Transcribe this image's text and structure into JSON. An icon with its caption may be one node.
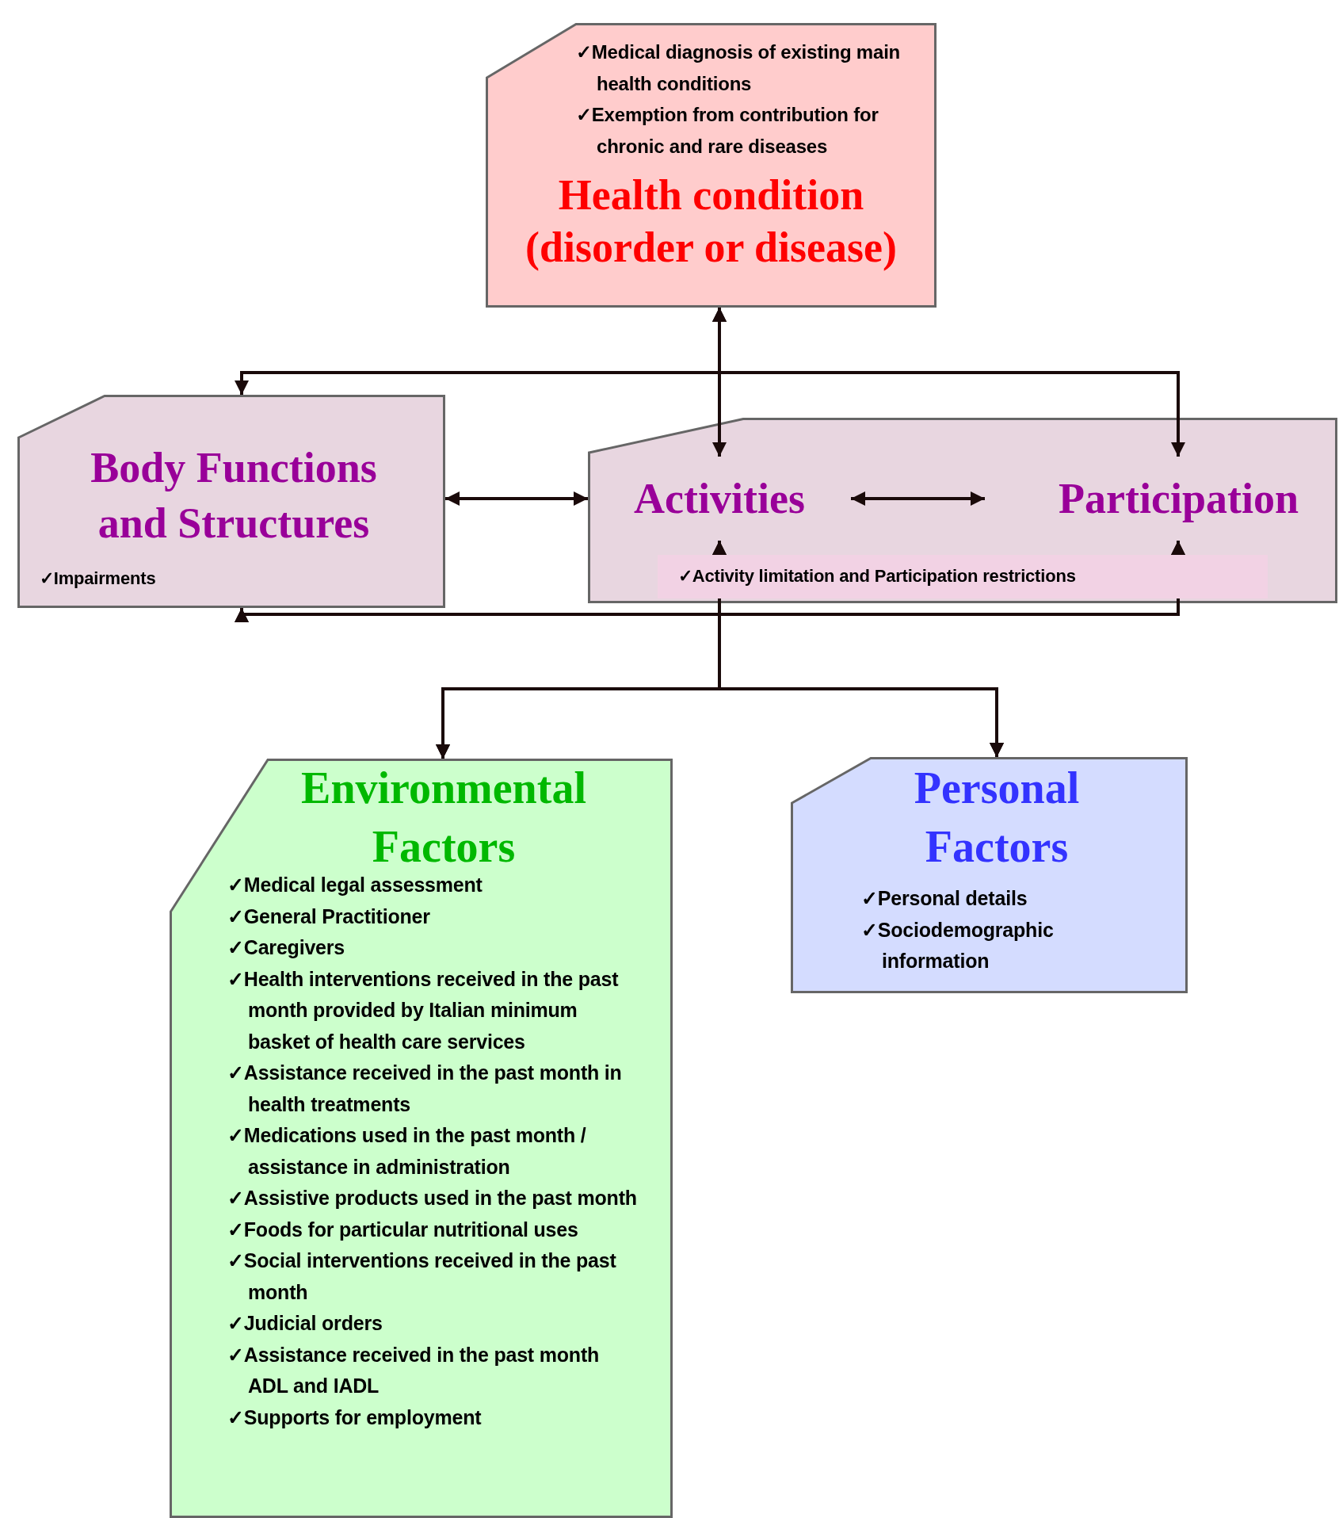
{
  "diagram": {
    "nodes": [
      {
        "text": [
          "✓Medical diagnosis of existing main health conditions",
          "✓Exemption from contribution for chronic and rare diseases",
          "Health condition (disorder or disease)"
        ]
      },
      {
        "text": [
          "Body Functions and Structures",
          "✓Impairments"
        ]
      },
      {
        "text": [
          "✓Activity limitation and Participation restrictions"
        ]
      },
      {
        "text": [
          "Activities"
        ],
        "in": 2
      },
      {
        "text": [
          "Participation"
        ],
        "in": 2
      },
      {
        "text": [
          "Environmental Factors",
          "✓Medical legal assessment",
          "✓General Practitioner",
          "✓Caregivers",
          "✓Health interventions received in the past month provided by Italian minimum basket of health care services",
          "✓Assistance received in the past month in health treatments",
          "✓Medications used in the past month / assistance in administration",
          "✓Assistive products used in the past month",
          "✓Foods for particular nutritional uses",
          "✓Social interventions received in the past month",
          "✓Judicial orders",
          "✓Assistance received in the past month ADL and IADL",
          "✓Supports for employment"
        ]
      },
      {
        "text": [
          "Personal Factors",
          "✓Personal details",
          "✓Sociodemographic information"
        ]
      }
    ],
    "edges": [
      {
        "from": 0,
        "to": 1,
        "arrow": "both"
      },
      {
        "from": 0,
        "to": 3,
        "arrow": "both"
      },
      {
        "from": 0,
        "to": 4,
        "arrow": "both"
      },
      {
        "from": 1,
        "to": 3,
        "arrow": "both"
      },
      {
        "from": 3,
        "to": 4,
        "arrow": "both"
      },
      {
        "from": 5,
        "to": 1,
        "arrow": "both"
      },
      {
        "from": 5,
        "to": 3,
        "arrow": "both"
      },
      {
        "from": 5,
        "to": 4,
        "arrow": "both"
      },
      {
        "from": 6,
        "to": 1,
        "arrow": "both"
      },
      {
        "from": 6,
        "to": 3,
        "arrow": "both"
      },
      {
        "from": 6,
        "to": 4,
        "arrow": "both"
      }
    ]
  }
}
